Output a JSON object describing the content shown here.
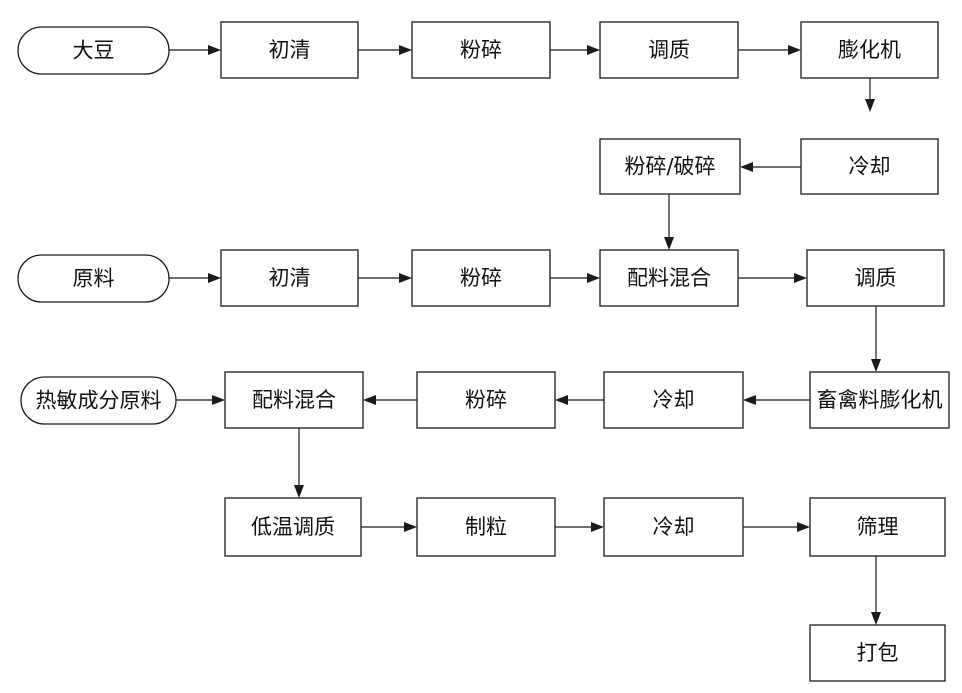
{
  "diagram": {
    "nodes": {
      "soybean": "大豆",
      "soy_clean": "初清",
      "soy_grind": "粉碎",
      "soy_condition": "调质",
      "soy_extruder": "膨化机",
      "soy_cool": "冷却",
      "soy_crush": "粉碎/破碎",
      "raw": "原料",
      "raw_clean": "初清",
      "raw_grind": "粉碎",
      "raw_mix": "配料混合",
      "raw_condition": "调质",
      "feed_extruder": "畜禽料膨化机",
      "ext_cool": "冷却",
      "ext_grind": "粉碎",
      "heat_sensitive": "热敏成分原料",
      "final_mix": "配料混合",
      "low_temp_condition": "低温调质",
      "pelleting": "制粒",
      "pellet_cool": "冷却",
      "screening": "筛理",
      "packing": "打包"
    },
    "flows": [
      [
        "soybean",
        "soy_clean"
      ],
      [
        "soy_clean",
        "soy_grind"
      ],
      [
        "soy_grind",
        "soy_condition"
      ],
      [
        "soy_condition",
        "soy_extruder"
      ],
      [
        "soy_extruder",
        "soy_cool"
      ],
      [
        "soy_cool",
        "soy_crush"
      ],
      [
        "soy_crush",
        "raw_mix"
      ],
      [
        "raw",
        "raw_clean"
      ],
      [
        "raw_clean",
        "raw_grind"
      ],
      [
        "raw_grind",
        "raw_mix"
      ],
      [
        "raw_mix",
        "raw_condition"
      ],
      [
        "raw_condition",
        "feed_extruder"
      ],
      [
        "feed_extruder",
        "ext_cool"
      ],
      [
        "ext_cool",
        "ext_grind"
      ],
      [
        "ext_grind",
        "final_mix"
      ],
      [
        "heat_sensitive",
        "final_mix"
      ],
      [
        "final_mix",
        "low_temp_condition"
      ],
      [
        "low_temp_condition",
        "pelleting"
      ],
      [
        "pelleting",
        "pellet_cool"
      ],
      [
        "pellet_cool",
        "screening"
      ],
      [
        "screening",
        "packing"
      ]
    ]
  }
}
